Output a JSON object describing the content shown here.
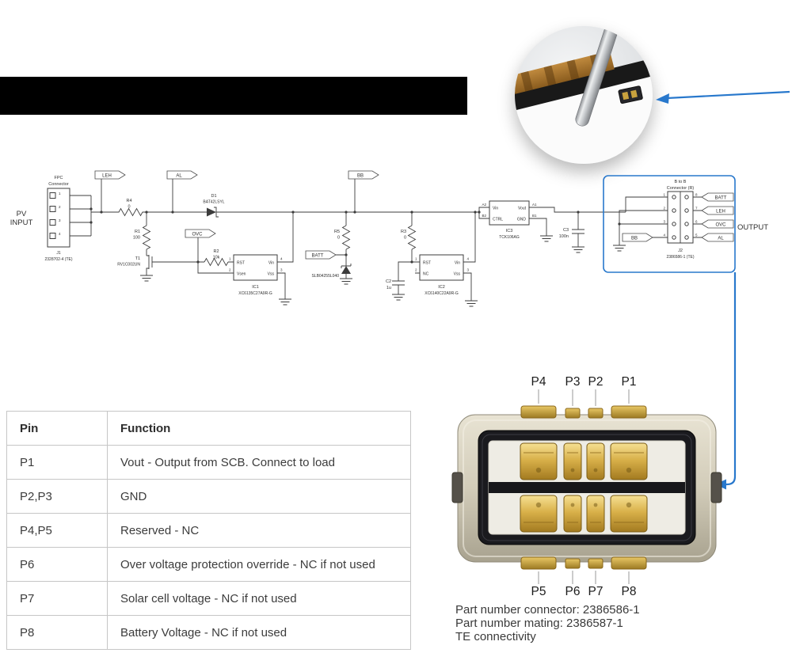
{
  "accent_blue": "#2878cc",
  "schematic": {
    "fpc_label_1": "FPC",
    "fpc_label_2": "Connector",
    "pv_1": "PV",
    "pv_2": "INPUT",
    "j1_ref": "J1",
    "j1_part": "2328702-4 (TE)",
    "pins4": [
      "1",
      "2",
      "3",
      "4"
    ],
    "tag_leh": "LEH",
    "tag_al": "AL",
    "tag_bb": "BB",
    "tag_ovc": "OVC",
    "tag_batt": "BATT",
    "r4": {
      "ref": "R4",
      "val": "0"
    },
    "d1": {
      "ref": "D1",
      "val": "BAT42LSYL"
    },
    "r1": {
      "ref": "R1",
      "val": "100"
    },
    "t1": {
      "ref": "T1",
      "val": "RV1C002UN"
    },
    "r2": {
      "ref": "R2",
      "val": "10k"
    },
    "ic1": {
      "ref": "IC1",
      "part": "XC6135C27A9R-G",
      "p_rst": "RST",
      "p_vsen": "Vsen",
      "p_vin": "Vin",
      "p_vss": "Vss"
    },
    "r5": {
      "ref": "R5",
      "val": "0"
    },
    "d2_part": "SLB04255L040",
    "c2": {
      "ref": "C2",
      "val": "1u"
    },
    "ic2": {
      "ref": "IC2",
      "part": "XC6140C22A9R-G",
      "p_rst": "RST",
      "p_nc": "NC",
      "p_vin": "Vin",
      "p_vss": "Vss"
    },
    "r3": {
      "ref": "R3",
      "val": "0"
    },
    "ic3": {
      "ref": "IC3",
      "part": "TCK106AG",
      "p_vin": "Vin",
      "p_vout": "Vout",
      "p_ctrl": "CTRL",
      "p_gnd": "GND",
      "pin_a1": "A1",
      "pin_a2": "A2",
      "pin_b1": "B1",
      "pin_b2": "B2"
    },
    "c3": {
      "ref": "C3",
      "val": "100n"
    },
    "j2": {
      "title1": "B to B",
      "title2": "Connector (R)",
      "ref": "J2",
      "part": "2386586-1 (TE)",
      "right_pins": [
        "8",
        "7",
        "6",
        "5"
      ],
      "tags": [
        "BATT",
        "LEH",
        "OVC",
        "AL"
      ]
    },
    "output": "OUTPUT"
  },
  "table": {
    "headers": [
      "Pin",
      "Function"
    ],
    "rows": [
      [
        "P1",
        "Vout - Output from SCB. Connect to load"
      ],
      [
        "P2,P3",
        "GND"
      ],
      [
        "P4,P5",
        "Reserved - NC"
      ],
      [
        "P6",
        "Over voltage protection override - NC if not used"
      ],
      [
        "P7",
        "Solar cell voltage - NC if not used"
      ],
      [
        "P8",
        "Battery Voltage - NC if not used"
      ]
    ]
  },
  "connector_render": {
    "top_labels": [
      "P4",
      "P3",
      "P2",
      "P1"
    ],
    "bottom_labels": [
      "P5",
      "P6",
      "P7",
      "P8"
    ]
  },
  "part_info": {
    "line1": "Part number connector: 2386586-1",
    "line2": "Part number mating: 2386587-1",
    "line3": "TE connectivity"
  }
}
